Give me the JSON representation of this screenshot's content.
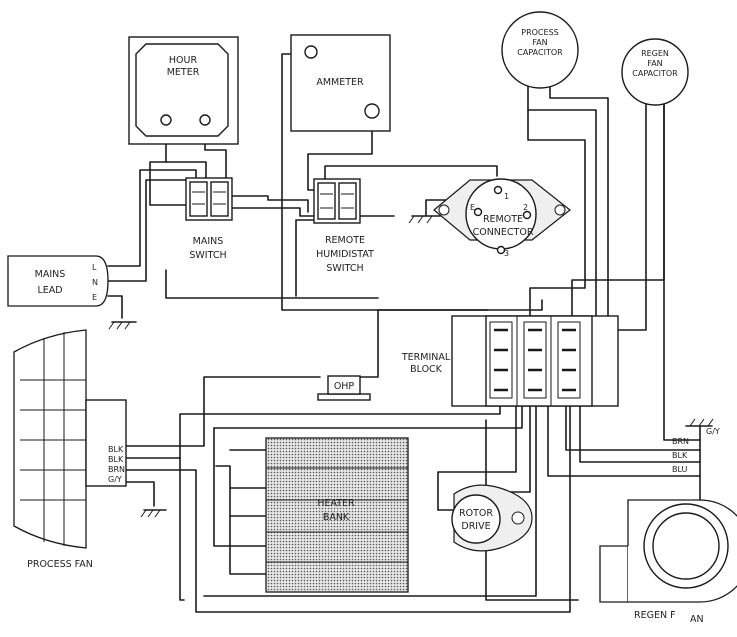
{
  "labels": {
    "hour_meter": [
      "HOUR",
      "METER"
    ],
    "ammeter": "AMMETER",
    "process_fan_capacitor": [
      "PROCESS",
      "FAN",
      "CAPACITOR"
    ],
    "regen_fan_capacitor": [
      "REGEN",
      "FAN",
      "CAPACITOR"
    ],
    "mains_switch": [
      "MAINS",
      "SWITCH"
    ],
    "remote_humidistat_switch": [
      "REMOTE",
      "HUMIDISTAT",
      "SWITCH"
    ],
    "remote_connector": [
      "REMOTE",
      "CONNECTOR"
    ],
    "mains_lead": [
      "MAINS",
      "LEAD"
    ],
    "terminal_block": [
      "TERMINAL",
      "BLOCK"
    ],
    "ohp": "OHP",
    "heater_bank": [
      "HEATER",
      "BANK"
    ],
    "rotor_drive": [
      "ROTOR",
      "DRIVE"
    ],
    "process_fan": "PROCESS FAN",
    "regen_fan": "REGEN F",
    "regen_fan_suffix": "AN"
  },
  "wire_codes": {
    "process_fan": [
      "BLK",
      "BLK",
      "BRN",
      "G/Y"
    ],
    "regen_fan": [
      "BRN",
      "BLK",
      "BLU"
    ],
    "regen_fan_earth": "G/Y",
    "mains_lead": [
      "L",
      "N",
      "E"
    ]
  },
  "connector_pins": [
    "E",
    "1",
    "2",
    "3"
  ]
}
